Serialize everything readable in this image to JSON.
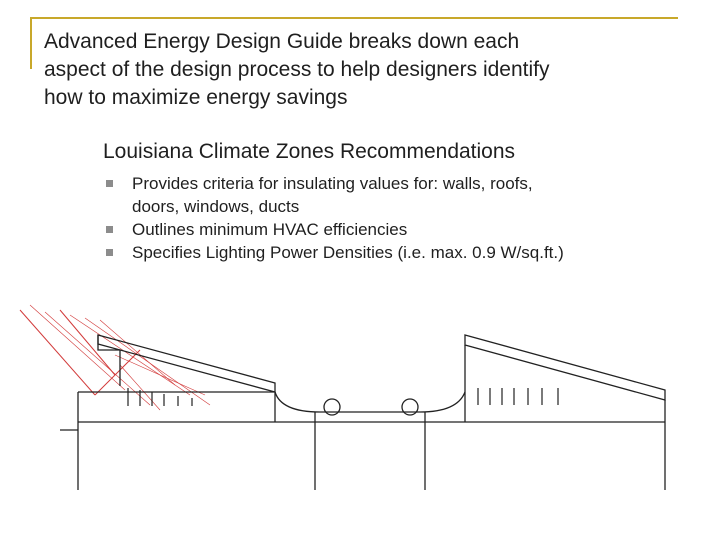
{
  "slide": {
    "title_lines": [
      "Advanced Energy Design Guide breaks down each",
      "aspect of the design process to help designers identify",
      "how to maximize energy savings"
    ],
    "section_heading": "Louisiana Climate Zones Recommendations",
    "bullets": [
      {
        "lines": [
          "Provides criteria for insulating values for: walls, roofs,",
          "doors, windows, ducts"
        ]
      },
      {
        "lines": [
          "Outlines minimum HVAC efficiencies"
        ]
      },
      {
        "lines": [
          "Specifies Lighting Power Densities (i.e. max. 0.9 W/sq.ft.)"
        ]
      }
    ]
  },
  "colors": {
    "accent_frame": "#c8a82a",
    "text": "#1f1f1f",
    "bullet_marker": "#8c8c8c",
    "sun_ray": "#d23a3a",
    "drawing_line": "#222222"
  }
}
